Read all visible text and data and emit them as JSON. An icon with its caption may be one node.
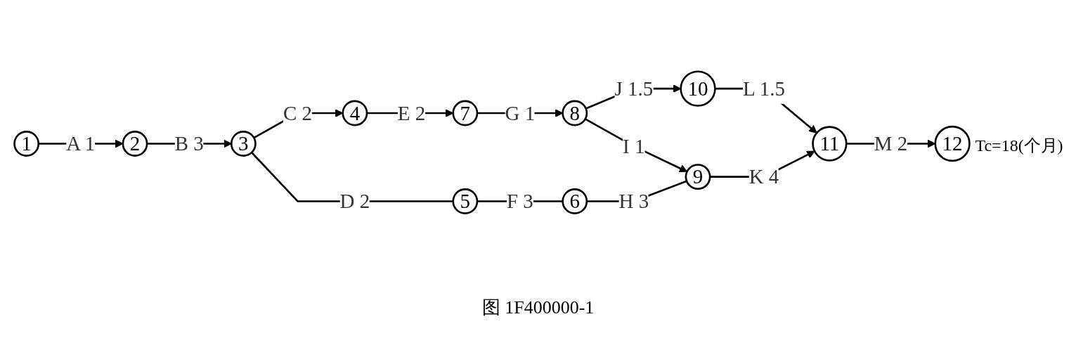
{
  "diagram": {
    "caption": "图 1F400000-1",
    "nodes": [
      {
        "text": [
          "1"
        ]
      },
      {
        "text": [
          "2"
        ]
      },
      {
        "text": [
          "3"
        ]
      },
      {
        "text": [
          "4"
        ]
      },
      {
        "text": [
          "7"
        ]
      },
      {
        "text": [
          "8"
        ]
      },
      {
        "text": [
          "10"
        ]
      },
      {
        "text": [
          "5"
        ]
      },
      {
        "text": [
          "6"
        ]
      },
      {
        "text": [
          "9"
        ]
      },
      {
        "text": [
          "11"
        ]
      },
      {
        "text": [
          "12"
        ],
        "beside": [
          "Tc=18(个月)"
        ]
      }
    ],
    "edges": [
      {
        "from": 0,
        "to": 1,
        "arrow": "to",
        "label": "A 1"
      },
      {
        "from": 1,
        "to": 2,
        "arrow": "to",
        "label": "B 3"
      },
      {
        "from": 2,
        "to": 3,
        "arrow": "to",
        "label": "C 2"
      },
      {
        "from": 3,
        "to": 4,
        "arrow": "to",
        "label": "E 2"
      },
      {
        "from": 4,
        "to": 5,
        "arrow": "to",
        "label": "G 1"
      },
      {
        "from": 5,
        "to": 6,
        "arrow": "to",
        "label": "J 1.5"
      },
      {
        "from": 6,
        "to": 10,
        "arrow": "to",
        "label": "L 1.5"
      },
      {
        "from": 5,
        "to": 9,
        "arrow": "to",
        "label": "I 1"
      },
      {
        "from": 2,
        "to": 7,
        "arrow": "none",
        "label": "D 2"
      },
      {
        "from": 7,
        "to": 8,
        "arrow": "none",
        "label": "F 3"
      },
      {
        "from": 8,
        "to": 9,
        "arrow": "none",
        "label": "H 3"
      },
      {
        "from": 9,
        "to": 10,
        "arrow": "to",
        "label": "K 4"
      },
      {
        "from": 10,
        "to": 11,
        "arrow": "to",
        "label": "M 2"
      }
    ]
  }
}
